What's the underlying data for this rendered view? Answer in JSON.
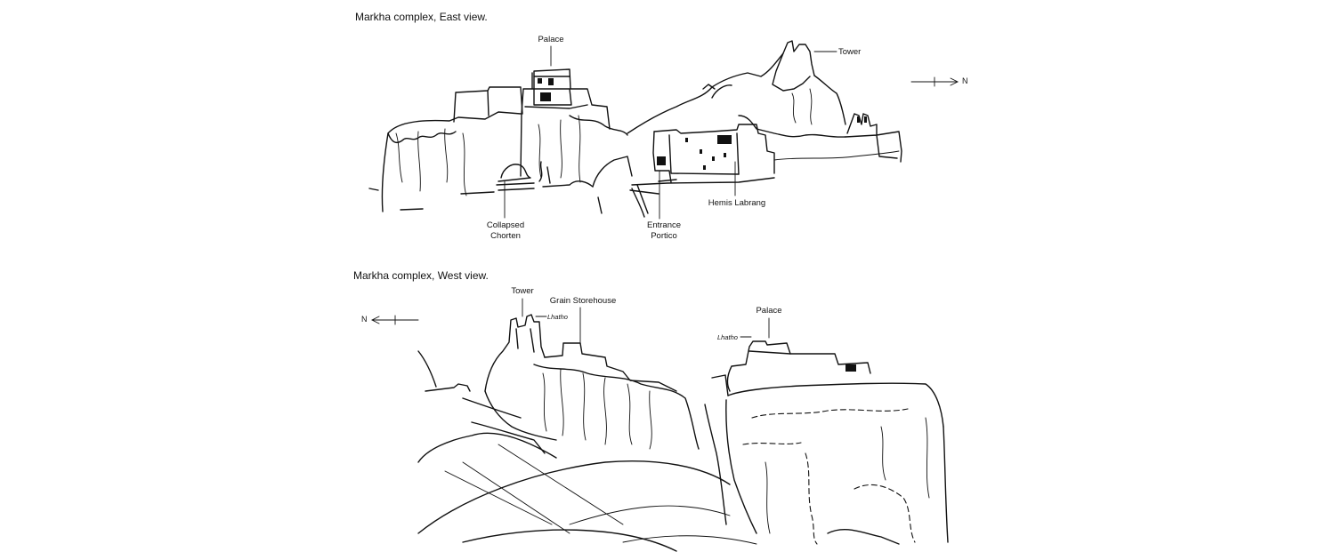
{
  "east_view": {
    "title": "Markha complex, East view.",
    "labels": {
      "palace": "Palace",
      "tower": "Tower",
      "collapsed_chorten": "Collapsed\nChorten",
      "entrance_portico": "Entrance\nPortico",
      "hemis_labrang": "Hemis Labrang"
    },
    "north": "N"
  },
  "west_view": {
    "title": "Markha complex, West view.",
    "labels": {
      "tower": "Tower",
      "grain_storehouse": "Grain Storehouse",
      "palace": "Palace",
      "lhatho_left": "Lhatho",
      "lhatho_right": "Lhatho"
    },
    "north": "N"
  }
}
